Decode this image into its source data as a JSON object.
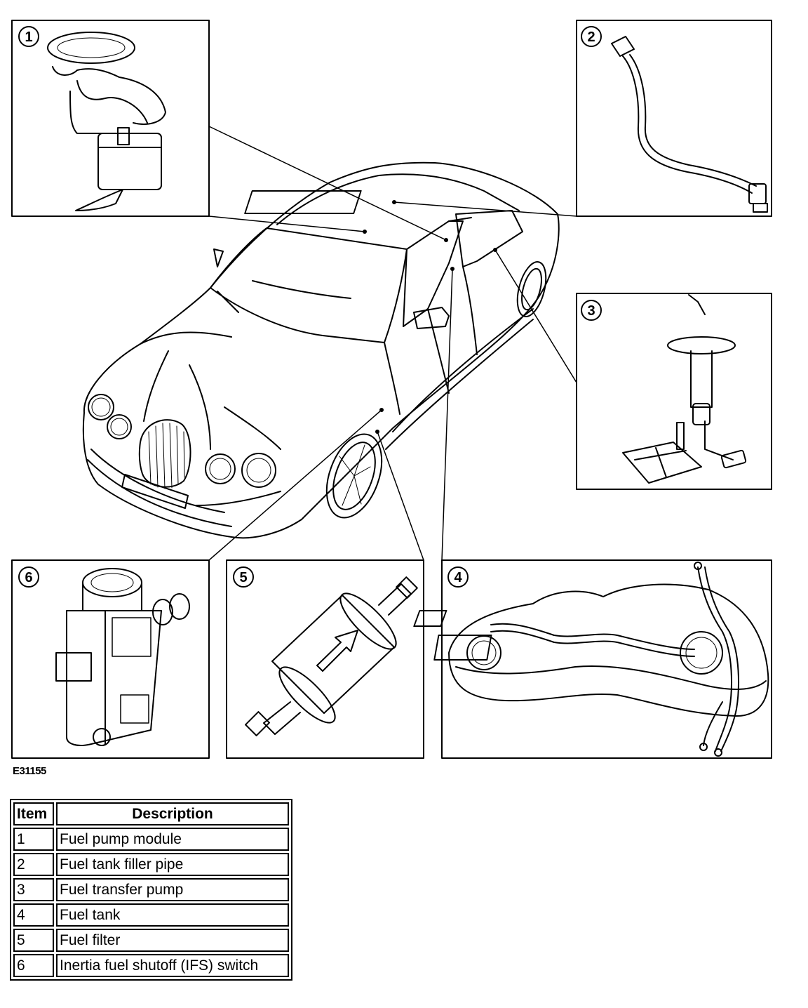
{
  "figure_code": "E31155",
  "callouts": [
    "1",
    "2",
    "3",
    "4",
    "5",
    "6"
  ],
  "legend": {
    "headers": {
      "item": "Item",
      "description": "Description"
    },
    "rows": [
      {
        "item": "1",
        "description": "Fuel pump module"
      },
      {
        "item": "2",
        "description": "Fuel tank filler pipe"
      },
      {
        "item": "3",
        "description": "Fuel transfer pump"
      },
      {
        "item": "4",
        "description": "Fuel tank"
      },
      {
        "item": "5",
        "description": "Fuel filter"
      },
      {
        "item": "6",
        "description": "Inertia fuel shutoff (IFS) switch"
      }
    ]
  }
}
